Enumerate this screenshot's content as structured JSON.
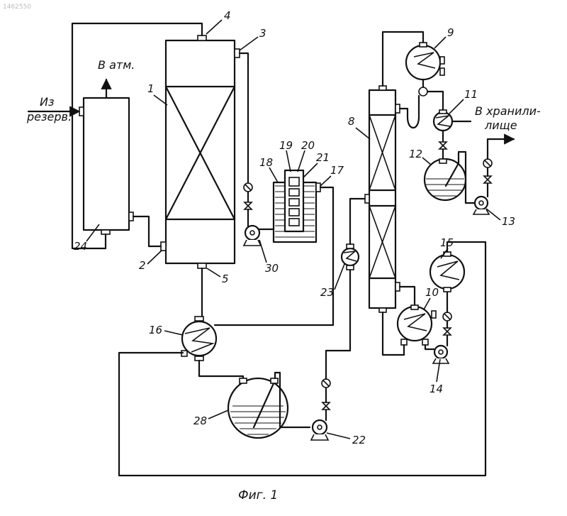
{
  "stamp": "1462550",
  "caption": "Фиг. 1",
  "labels": {
    "from_reservoir_1": "Из",
    "from_reservoir_2": "резерв.",
    "to_atmosphere": "В атм.",
    "to_storage_1": "В хранили-",
    "to_storage_2": "лище"
  },
  "numbers": {
    "n1": "1",
    "n2": "2",
    "n3": "3",
    "n4": "4",
    "n5": "5",
    "n8": "8",
    "n9": "9",
    "n10": "10",
    "n11": "11",
    "n12": "12",
    "n13": "13",
    "n14": "14",
    "n15": "15",
    "n16": "16",
    "n17": "17",
    "n18": "18",
    "n19": "19",
    "n20": "20",
    "n21": "21",
    "n22": "22",
    "n23": "23",
    "n24": "24",
    "n28": "28",
    "n30": "30"
  }
}
